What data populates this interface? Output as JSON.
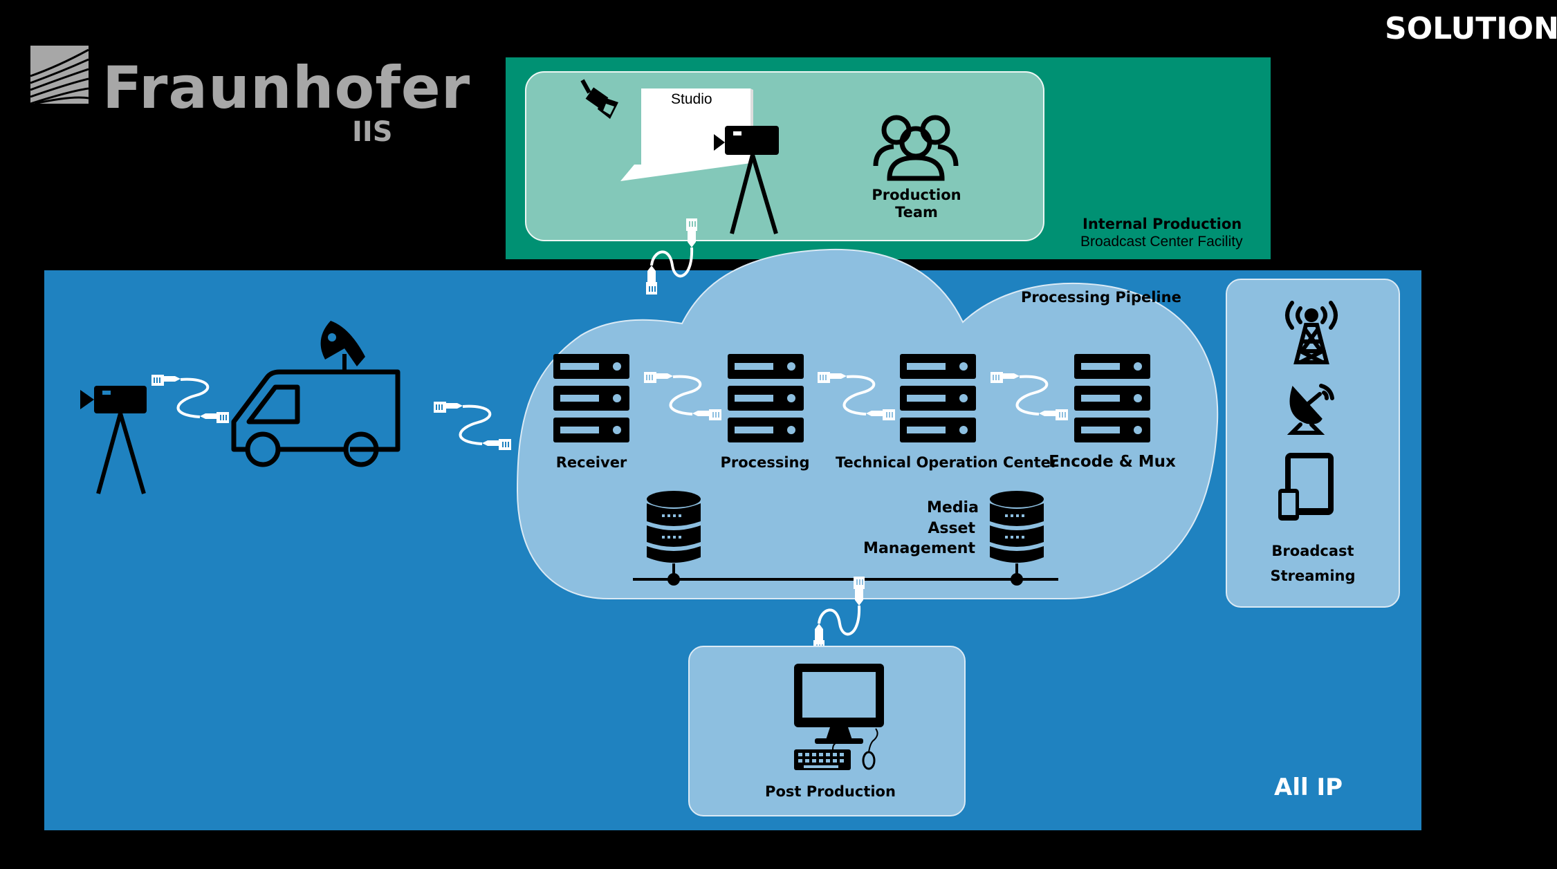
{
  "header": {
    "logo_name": "Fraunhofer",
    "logo_sub": "IIS",
    "slide_tag": "SOLUTION"
  },
  "internal_production": {
    "title": "Internal Production",
    "subtitle": "Broadcast Center Facility",
    "studio_label": "Studio",
    "team_label_1": "Production",
    "team_label_2": "Team"
  },
  "pipeline": {
    "title": "Processing Pipeline",
    "stages": [
      "Receiver",
      "Processing",
      "Technical Operation Center",
      "Encode & Mux"
    ],
    "mam_1": "Media",
    "mam_2": "Asset",
    "mam_3": "Management"
  },
  "broadcast": {
    "label_1": "Broadcast",
    "label_2": "Streaming"
  },
  "post_production": {
    "label": "Post Production"
  },
  "network": {
    "label": "All IP"
  },
  "colors": {
    "background": "#000000",
    "green_panel": "#009173",
    "blue_panel": "#1f82c0",
    "light_box": "#8dbfe0",
    "studio_box": "#83c8b9"
  }
}
